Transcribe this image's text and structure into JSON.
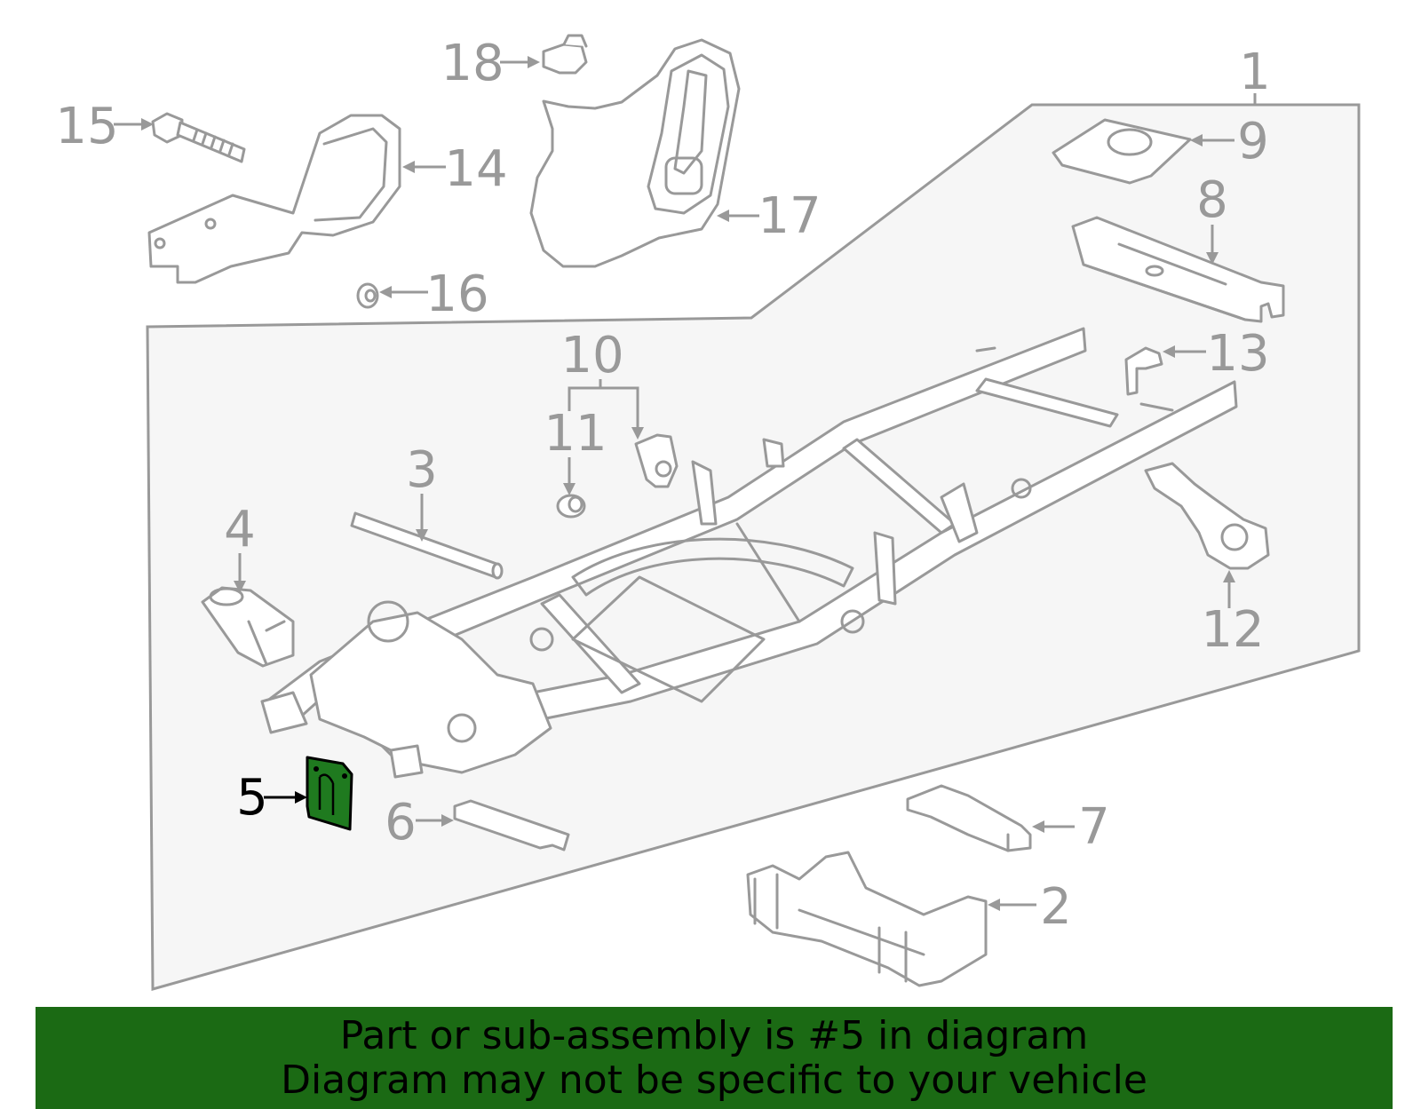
{
  "diagram": {
    "callouts": {
      "c1": "1",
      "c2": "2",
      "c3": "3",
      "c4": "4",
      "c5": "5",
      "c6": "6",
      "c7": "7",
      "c8": "8",
      "c9": "9",
      "c10": "10",
      "c11": "11",
      "c12": "12",
      "c13": "13",
      "c14": "14",
      "c15": "15",
      "c16": "16",
      "c17": "17",
      "c18": "18"
    },
    "highlighted_part": "5",
    "colors": {
      "line": "#999999",
      "highlight": "#1f7a1f",
      "banner": "#1b6a14"
    }
  },
  "banner": {
    "line1": "Part or sub-assembly is #5 in diagram",
    "line2": "Diagram may not be specific to your vehicle"
  }
}
